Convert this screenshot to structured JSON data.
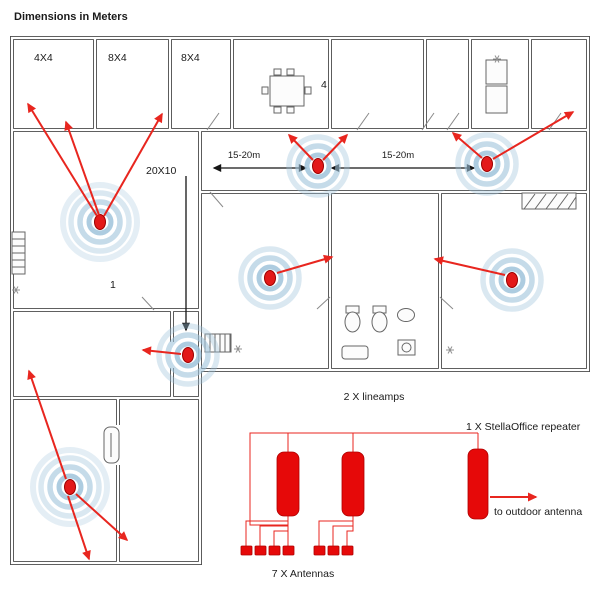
{
  "title": "Dimensions in Meters",
  "floorplan": {
    "rooms": [
      "4X4",
      "8X4",
      "8X4",
      "4",
      "20X10",
      "1"
    ],
    "distances": [
      "15-20m",
      "15-20m"
    ]
  },
  "schematic": {
    "lineamps_label": "2 X lineamps",
    "repeater_label": "1 X StellaOffice repeater",
    "antennas_label": "7 X Antennas",
    "outdoor_label": "to outdoor antenna"
  },
  "colors": {
    "antenna_red": "#e31919",
    "coverage_blue": "#9fc3da",
    "arrow_red": "#e8261f",
    "wall_dark": "#4a4a4a",
    "measure_black": "#151515"
  }
}
